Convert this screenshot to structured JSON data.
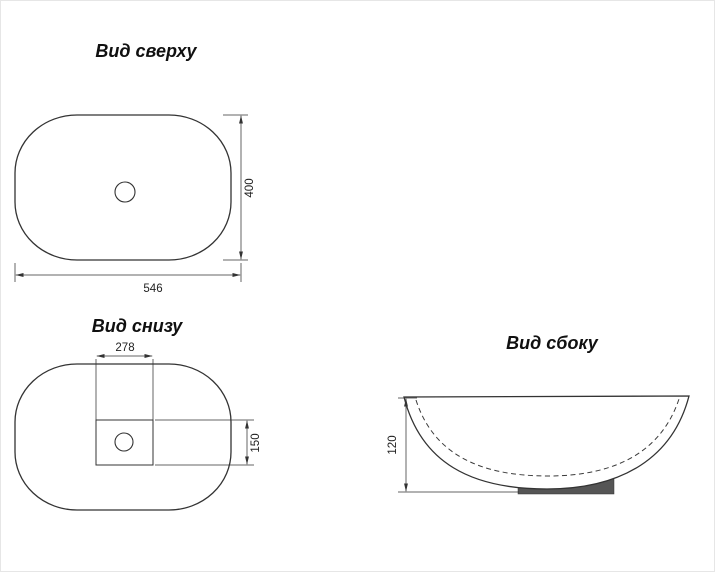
{
  "views": {
    "top": {
      "title": "Вид сверху"
    },
    "bottom": {
      "title": "Вид снизу"
    },
    "side": {
      "title": "Вид сбоку"
    }
  },
  "dimensions": {
    "top_view_width": "546",
    "top_view_height": "400",
    "bottom_hole_width": "278",
    "bottom_hole_height": "150",
    "side_view_height": "120"
  },
  "colors": {
    "line": "#333333",
    "base_fill": "#555555"
  }
}
